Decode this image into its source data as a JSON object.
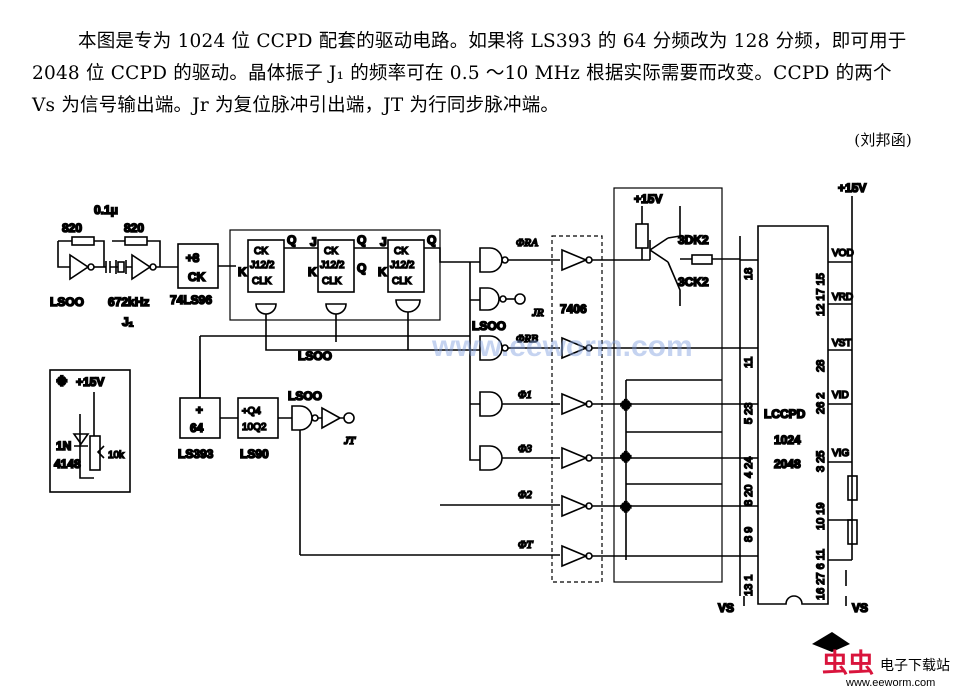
{
  "caption": {
    "text": "本图是专为 1024 位 CCPD 配套的驱动电路。如果将 LS393 的 64 分频改为 128 分频，即可用于 2048 位 CCPD 的驱动。晶体振子 J₁ 的频率可在 0.5 ～10 MHz 根据实际需要而改变。CCPD 的两个 Vs 为信号输出端。Jr 为复位脉冲引出端，JT 为行同步脉冲端。",
    "author": "(刘邦函)"
  },
  "labels": {
    "c_cap": "0.1μ",
    "r1": "820",
    "r2": "820",
    "osc_gate": "LSOO",
    "crystal": "672kHz",
    "j1": "J₁",
    "div8_a": "÷8",
    "div8_b": "CK",
    "ic96": "74LS96",
    "ff": "CK\nJ12/2\nCLK",
    "ff_ck": "CK",
    "ff_j": "J12/2",
    "ff_clk": "CLK",
    "j": "J",
    "q": "Q",
    "k": "K",
    "lsoo_mid": "LSOO",
    "lsoo_bot": "LSOO",
    "lsoo_gate": "LSOO",
    "phi_ra": "ΦRA",
    "jr": "JR",
    "buf": "7406",
    "phi_rb": "ΦRB",
    "phi1": "Φ1",
    "phi3": "Φ3",
    "phi2": "Φ2",
    "phit": "ΦT",
    "div64_a": "÷",
    "div64_b": "64",
    "ls393": "LS393",
    "div10_a": "÷Q4",
    "div10_b": "10Q2",
    "ls90": "LS90",
    "jt": "JT",
    "vcc1": "+15V",
    "vcc2": "+15V",
    "vcc3": "+15V",
    "t1": "3DK2",
    "t2": "3CK2",
    "ccpd_a": "LCCPD",
    "ccpd_b": "1024",
    "ccpd_c": "2048",
    "vod": "VOD",
    "vrd": "VRD",
    "vst": "VST",
    "vid": "VID",
    "vig": "VIG",
    "vs": "VS",
    "diode_a": "1N",
    "diode_b": "4148",
    "pot": "10k",
    "star": "※",
    "pins": [
      "18",
      "11",
      "5 23",
      "4 24",
      "8 20",
      "8 9",
      "13 1",
      "12 17 15",
      "28",
      "26 2",
      "3 25",
      "10 19",
      "16 27 6 11"
    ],
    "watermark": "www.eeworm.com",
    "logo_red": "虫虫",
    "logo_text": "电子下载站",
    "logo_url": "www.eeworm.com"
  }
}
